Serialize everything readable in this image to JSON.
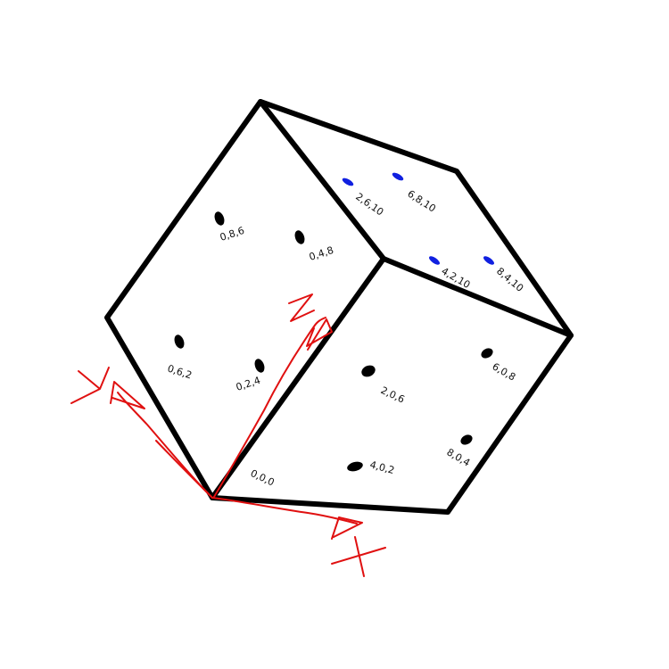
{
  "origin_label": "0,0,0",
  "points": {
    "p_086": "0,8,6",
    "p_048": "0,4,8",
    "p_062": "0,6,2",
    "p_024": "0,2,4",
    "p_2610": "2,6,10",
    "p_6810": "6,8,10",
    "p_4210": "4,2,10",
    "p_8410": "8,4,10",
    "p_206": "2,0,6",
    "p_608": "6,0,8",
    "p_804": "8,0,4",
    "p_402": "4,0,2"
  },
  "colors": {
    "edge": "#000000",
    "axis": "#e01010",
    "top_face_points": "#1020e0",
    "side_face_points": "#000000"
  }
}
